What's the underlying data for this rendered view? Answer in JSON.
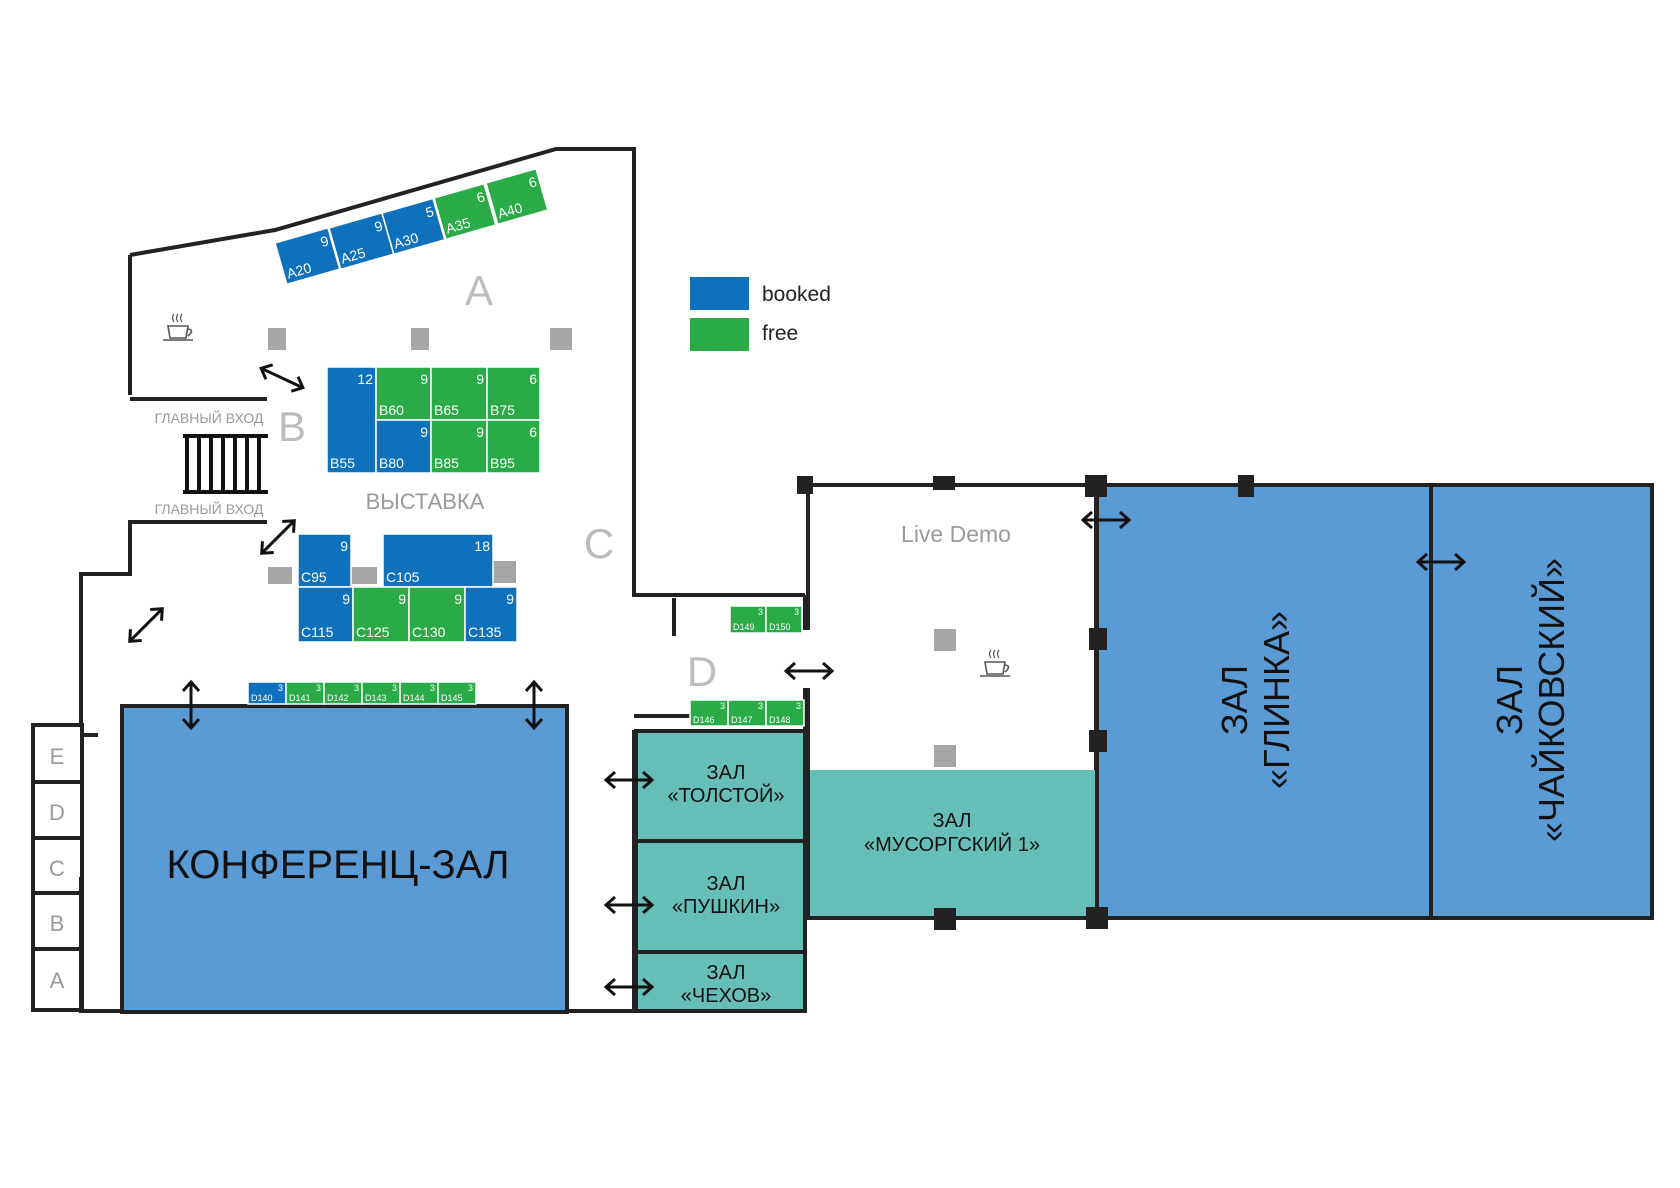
{
  "legend": {
    "booked": {
      "label": "booked",
      "color": "#0f71bc"
    },
    "free": {
      "label": "free",
      "color": "#2aab47"
    }
  },
  "colors": {
    "wall": "#222222",
    "hall_blue": "#5b9bd5",
    "hall_teal": "#66bfb6",
    "zone_letter": "#bdbdbd",
    "pillar": "#a6a6a6",
    "pillar_dark": "#222222"
  },
  "zone_labels": {
    "A": "A",
    "B": "B",
    "C": "C",
    "D": "D"
  },
  "exhibition_label": "ВЫСТАВКА",
  "main_entrance": [
    "ГЛАВНЫЙ ВХОД",
    "ГЛАВНЫЙ ВХОД"
  ],
  "live_demo": "Live Demo",
  "side_rooms": [
    "E",
    "D",
    "C",
    "B",
    "A"
  ],
  "halls": {
    "conference": "КОНФЕРЕНЦ-ЗАЛ",
    "tolstoy": [
      "ЗАЛ",
      "«ТОЛСТОЙ»"
    ],
    "pushkin": [
      "ЗАЛ",
      "«ПУШКИН»"
    ],
    "chekhov": [
      "ЗАЛ",
      "«ЧЕХОВ»"
    ],
    "mussorgsky": [
      "ЗАЛ",
      "«МУСОРГСКИЙ 1»"
    ],
    "glinka": [
      "ЗАЛ",
      "«ГЛИНКА»"
    ],
    "tchaikovsky": [
      "ЗАЛ",
      "«ЧАЙКОВСКИЙ»"
    ]
  },
  "icons": [
    "coffee-cup-icon",
    "staircase-icon",
    "double-arrow-icon"
  ],
  "booths": [
    {
      "id": "A20",
      "size": "9",
      "status": "booked"
    },
    {
      "id": "A25",
      "size": "9",
      "status": "booked"
    },
    {
      "id": "A30",
      "size": "5",
      "status": "booked"
    },
    {
      "id": "A35",
      "size": "6",
      "status": "free"
    },
    {
      "id": "A40",
      "size": "6",
      "status": "free"
    },
    {
      "id": "B55",
      "size": "12",
      "status": "booked"
    },
    {
      "id": "B60",
      "size": "9",
      "status": "free"
    },
    {
      "id": "B65",
      "size": "9",
      "status": "free"
    },
    {
      "id": "B75",
      "size": "6",
      "status": "free"
    },
    {
      "id": "B80",
      "size": "9",
      "status": "booked"
    },
    {
      "id": "B85",
      "size": "9",
      "status": "free"
    },
    {
      "id": "B95",
      "size": "6",
      "status": "free"
    },
    {
      "id": "C95",
      "size": "9",
      "status": "booked"
    },
    {
      "id": "C105",
      "size": "18",
      "status": "booked"
    },
    {
      "id": "C115",
      "size": "9",
      "status": "booked"
    },
    {
      "id": "C125",
      "size": "9",
      "status": "free"
    },
    {
      "id": "C130",
      "size": "9",
      "status": "free"
    },
    {
      "id": "C135",
      "size": "9",
      "status": "booked"
    },
    {
      "id": "D140",
      "size": "3",
      "status": "booked"
    },
    {
      "id": "D141",
      "size": "3",
      "status": "free"
    },
    {
      "id": "D142",
      "size": "3",
      "status": "free"
    },
    {
      "id": "D143",
      "size": "3",
      "status": "free"
    },
    {
      "id": "D144",
      "size": "3",
      "status": "free"
    },
    {
      "id": "D145",
      "size": "3",
      "status": "free"
    },
    {
      "id": "D146",
      "size": "3",
      "status": "free"
    },
    {
      "id": "D147",
      "size": "3",
      "status": "free"
    },
    {
      "id": "D148",
      "size": "3",
      "status": "free"
    },
    {
      "id": "D149",
      "size": "3",
      "status": "free"
    },
    {
      "id": "D150",
      "size": "3",
      "status": "free"
    }
  ]
}
